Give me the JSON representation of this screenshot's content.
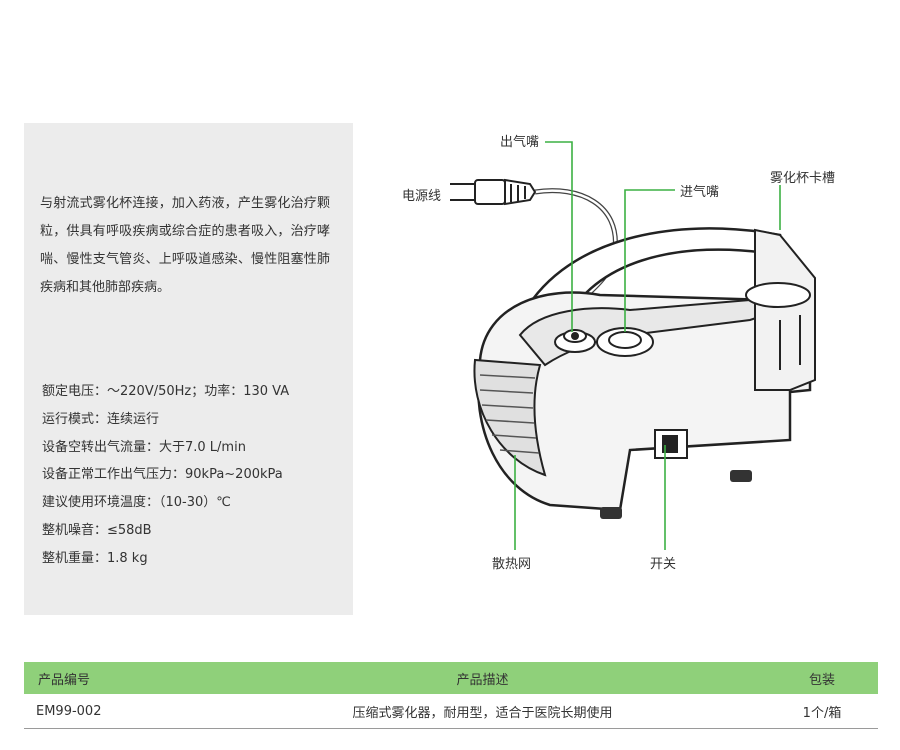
{
  "description": "与射流式雾化杯连接，加入药液，产生雾化治疗颗粒，供具有呼吸疾病或综合症的患者吸入，治疗哮喘、慢性支气管炎、上呼吸道感染、慢性阻塞性肺疾病和其他肺部疾病。",
  "specs": [
    "额定电压：～220V/50Hz；功率：130 VA",
    "运行模式：连续运行",
    "设备空转出气流量：大于7.0 L/min",
    "设备正常工作出气压力：90kPa~200kPa",
    "建议使用环境温度：（10-30）℃",
    "整机噪音：≤58dB",
    "整机重量：1.8 kg"
  ],
  "callouts": {
    "outlet": "出气嘴",
    "power_cord": "电源线",
    "inlet": "进气嘴",
    "cup_slot": "雾化杯卡槽",
    "vent": "散热网",
    "switch": "开关"
  },
  "colors": {
    "accent_green": "#8fd07a",
    "leader_line": "#3cb043"
  },
  "table": {
    "headers": [
      "产品编号",
      "产品描述",
      "包装"
    ],
    "rows": [
      [
        "EM99-002",
        "压缩式雾化器，耐用型，适合于医院长期使用",
        "1个/箱"
      ]
    ]
  }
}
